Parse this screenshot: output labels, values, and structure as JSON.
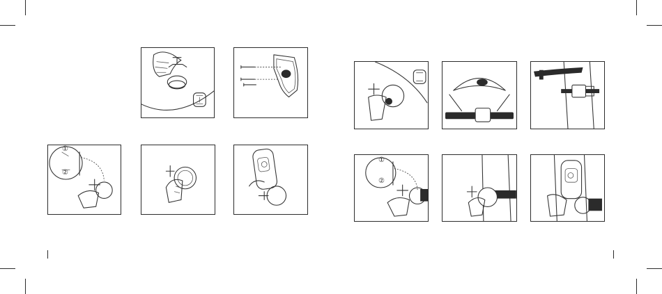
{
  "page": {
    "left_spread": {
      "step_markers": [
        "①",
        "②"
      ]
    },
    "right_spread": {
      "step_markers": [
        "①",
        "②"
      ]
    }
  },
  "icons": {
    "mount": "mount-plate-icon",
    "hand": "hand-icon",
    "suction_cup": "suction-cup-icon",
    "strap": "strap-icon",
    "screw": "screw-icon",
    "device": "device-icon"
  },
  "colors": {
    "line": "#2b2b2b",
    "paper": "#ffffff"
  }
}
